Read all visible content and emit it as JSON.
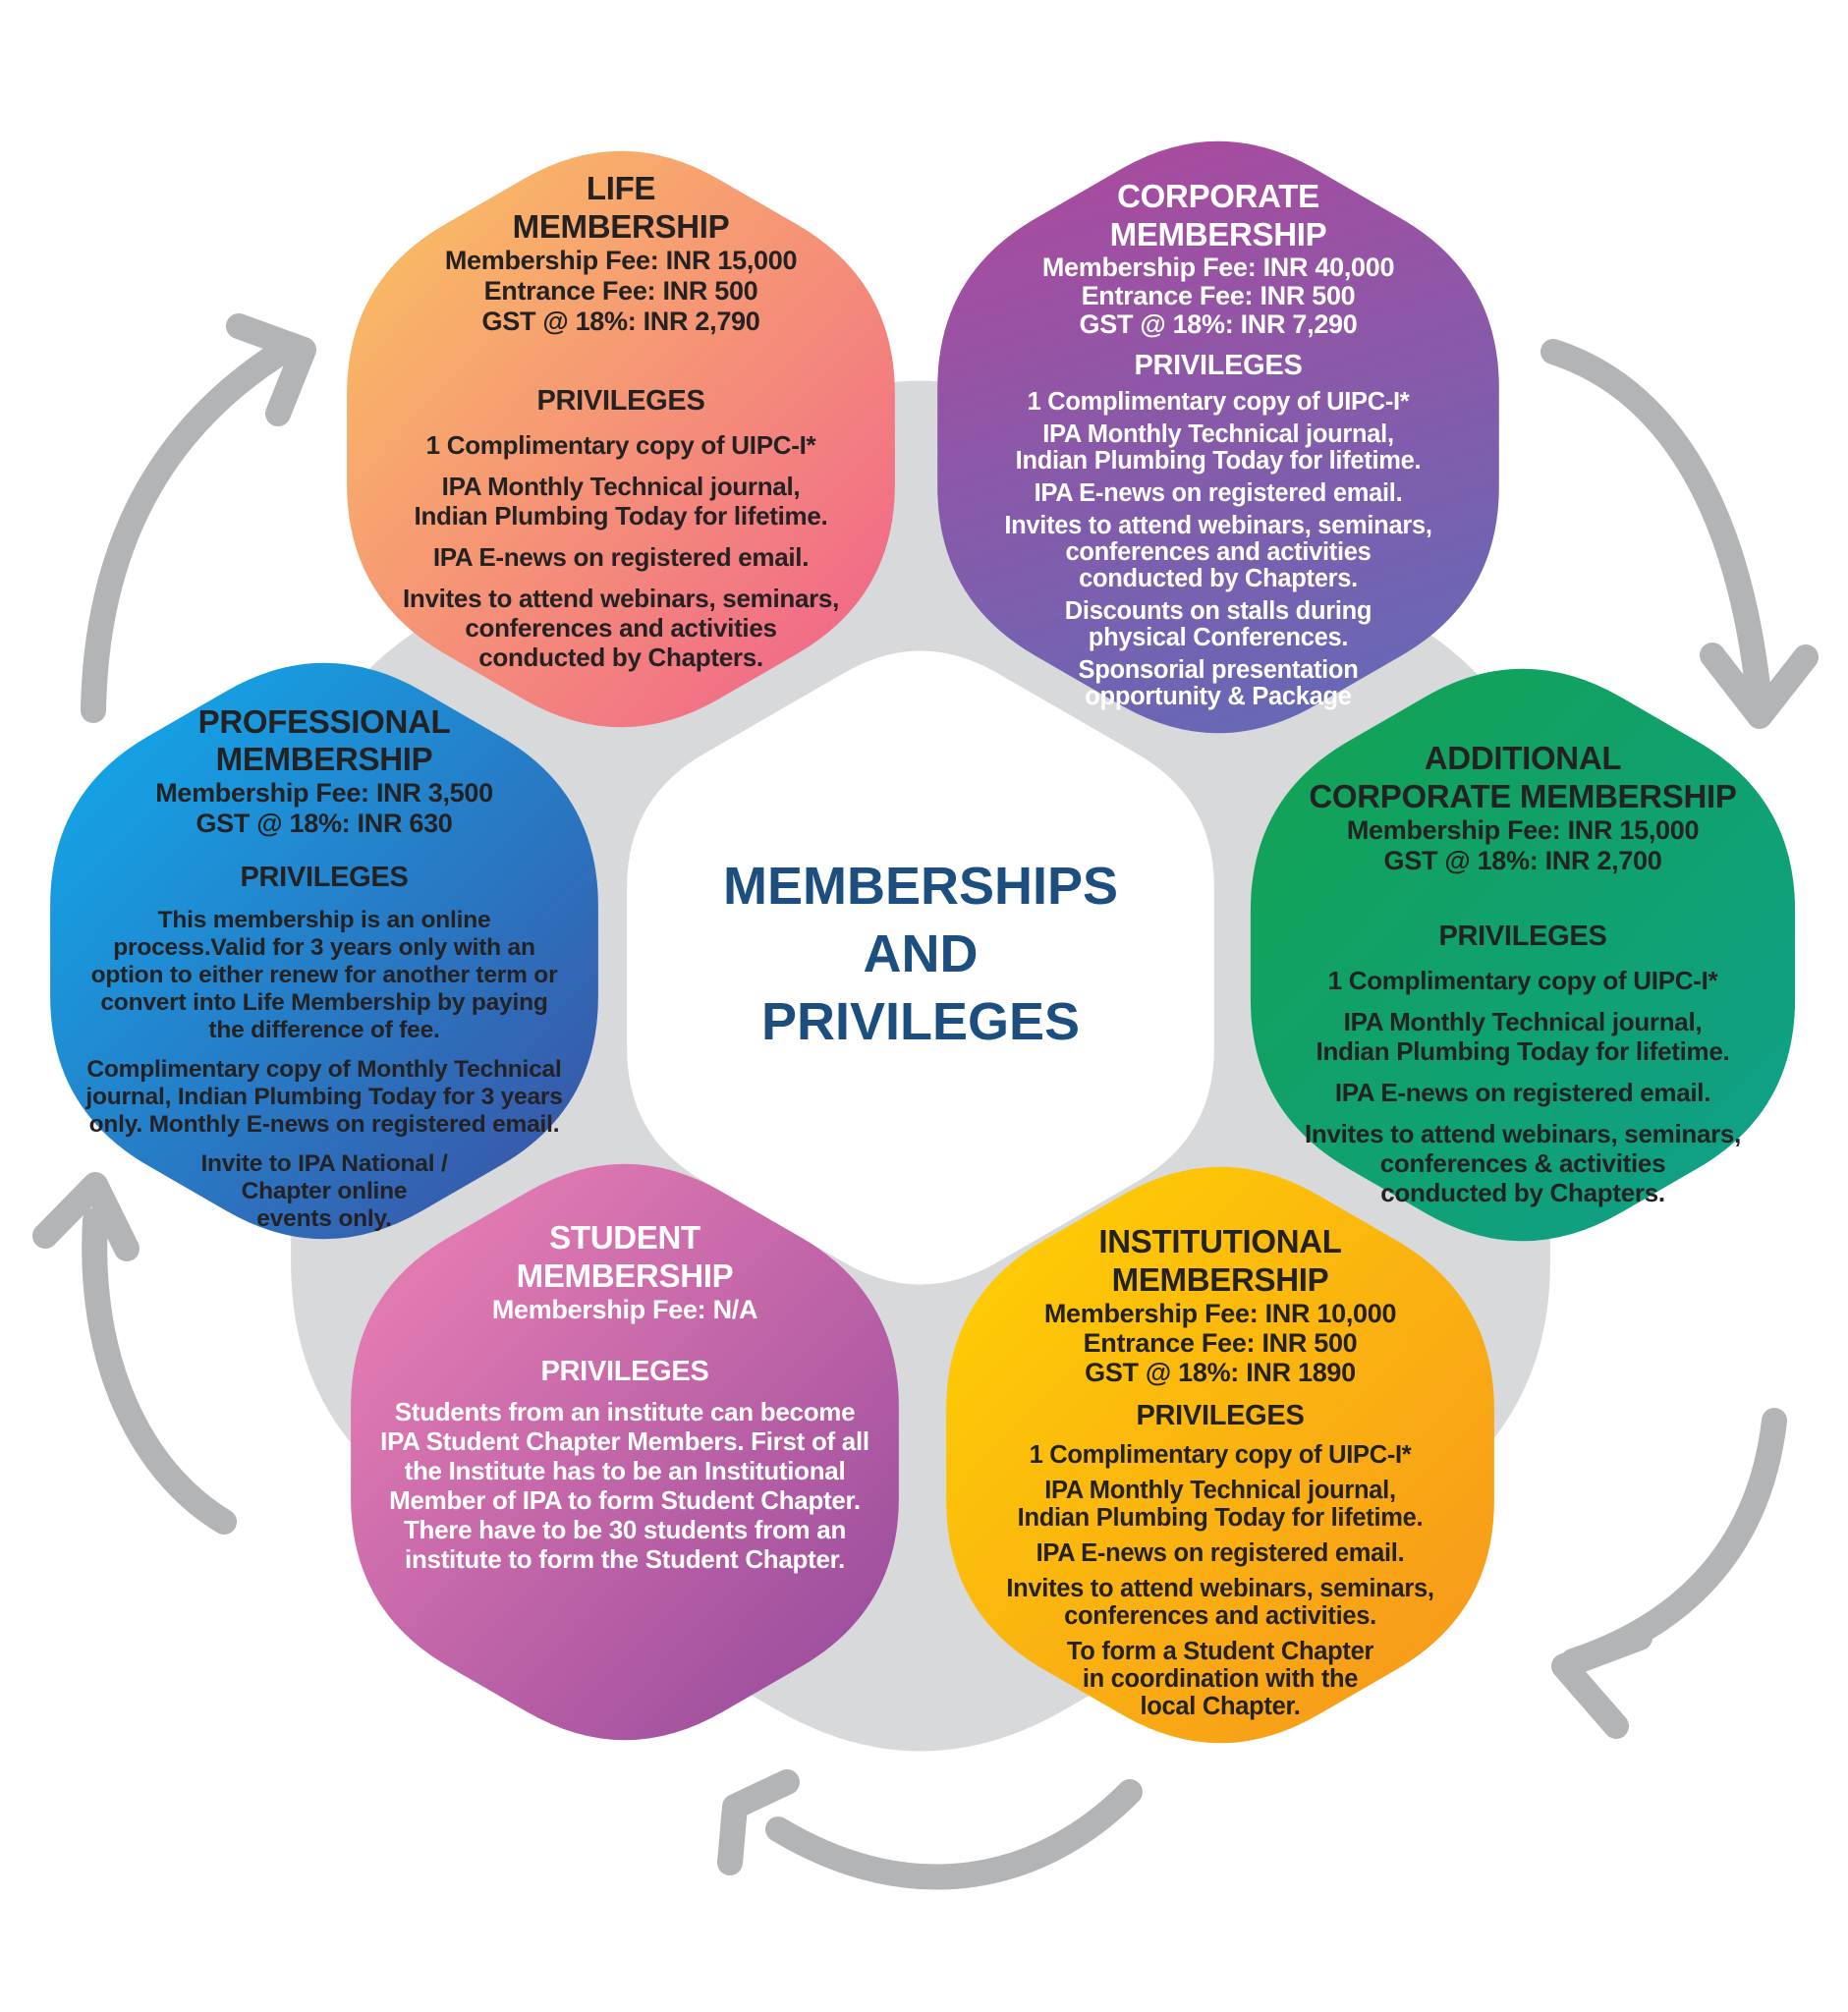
{
  "title": {
    "text": "MEMBERSHIPS\nAND\nPRIVILEGES"
  },
  "colors": {
    "bg_hex": "#D8D9DB",
    "white_hex": "#FFFFFF",
    "arrow": "#B2B4B6",
    "title_navy": "#1C4E80",
    "text_dark": "#242122",
    "text_light": "#FFFFFF",
    "life_start": "#FBC55F",
    "life_end": "#EF5F8E",
    "corporate_start": "#A94B9E",
    "corporate_end": "#6569B6",
    "additional_start": "#12A24F",
    "additional_end": "#0FA08D",
    "institutional_start": "#FFD301",
    "institutional_end": "#F6941E",
    "student_start": "#F083B6",
    "student_end": "#93489B",
    "professional_start": "#0EAEEF",
    "professional_end": "#3D4FA1"
  },
  "hexagons": {
    "life": {
      "heading": "LIFE\nMEMBERSHIP",
      "fees": "Membership Fee: INR 15,000\nEntrance Fee: INR 500\nGST @ 18%: INR 2,790",
      "privileges_label": "PRIVILEGES",
      "privileges": [
        "1 Complimentary copy of UIPC-I*",
        "IPA Monthly Technical journal,\nIndian Plumbing Today for lifetime.",
        "IPA E-news on registered email.",
        "Invites to attend webinars, seminars,\nconferences and activities\nconducted by Chapters."
      ]
    },
    "corporate": {
      "heading": "CORPORATE\nMEMBERSHIP",
      "fees": "Membership Fee: INR 40,000\nEntrance Fee: INR 500\nGST @ 18%: INR 7,290",
      "privileges_label": "PRIVILEGES",
      "privileges": [
        "1 Complimentary copy of UIPC-I*",
        "IPA Monthly Technical journal,\nIndian Plumbing Today for lifetime.",
        "IPA E-news on registered email.",
        "Invites to attend webinars, seminars,\nconferences and activities\nconducted by Chapters.",
        "Discounts on stalls during\nphysical Conferences.",
        "Sponsorial presentation\nopportunity & Package"
      ]
    },
    "additional": {
      "heading": "ADDITIONAL\nCORPORATE MEMBERSHIP",
      "fees": "Membership Fee: INR 15,000\nGST @ 18%: INR 2,700",
      "privileges_label": "PRIVILEGES",
      "privileges": [
        "1 Complimentary copy of UIPC-I*",
        "IPA Monthly Technical journal,\nIndian Plumbing Today for lifetime.",
        "IPA E-news on registered email.",
        "Invites to attend webinars, seminars,\nconferences & activities\nconducted by Chapters."
      ]
    },
    "institutional": {
      "heading": "INSTITUTIONAL\nMEMBERSHIP",
      "fees": "Membership Fee: INR 10,000\nEntrance Fee: INR 500\nGST @ 18%: INR 1890",
      "privileges_label": "PRIVILEGES",
      "privileges": [
        "1 Complimentary copy of UIPC-I*",
        "IPA Monthly Technical journal,\nIndian Plumbing Today for lifetime.",
        "IPA E-news on registered email.",
        "Invites to attend webinars, seminars,\nconferences and activities.",
        "To form a Student Chapter\nin coordination with the\nlocal Chapter."
      ]
    },
    "student": {
      "heading": "STUDENT\nMEMBERSHIP",
      "fees": "Membership Fee: N/A",
      "privileges_label": "PRIVILEGES",
      "privileges": [
        "Students from an institute can become\nIPA Student Chapter Members. First of all\nthe Institute has to be an Institutional\nMember of IPA to form Student Chapter.\nThere have to be 30 students from an\ninstitute to form the Student Chapter."
      ]
    },
    "professional": {
      "heading": "PROFESSIONAL\nMEMBERSHIP",
      "fees": "Membership Fee: INR 3,500\nGST @ 18%: INR 630",
      "privileges_label": "PRIVILEGES",
      "privileges": [
        "This membership is an online\nprocess.Valid for 3 years only with an\noption to either renew for another term or\nconvert into Life Membership by paying\nthe difference of fee.",
        "Complimentary copy of Monthly Technical\njournal, Indian Plumbing Today for 3 years\nonly. Monthly E-news on registered email.",
        "Invite to IPA National /\nChapter online\nevents only."
      ]
    }
  }
}
